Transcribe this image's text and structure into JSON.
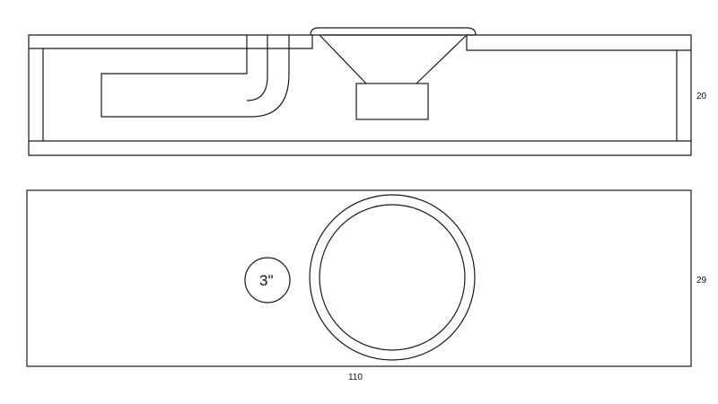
{
  "dimensions": {
    "side_height": "20",
    "front_height": "29",
    "width": "110"
  },
  "port": {
    "label": "3\""
  },
  "colors": {
    "line": "#1a1a1a",
    "background": "#ffffff"
  }
}
